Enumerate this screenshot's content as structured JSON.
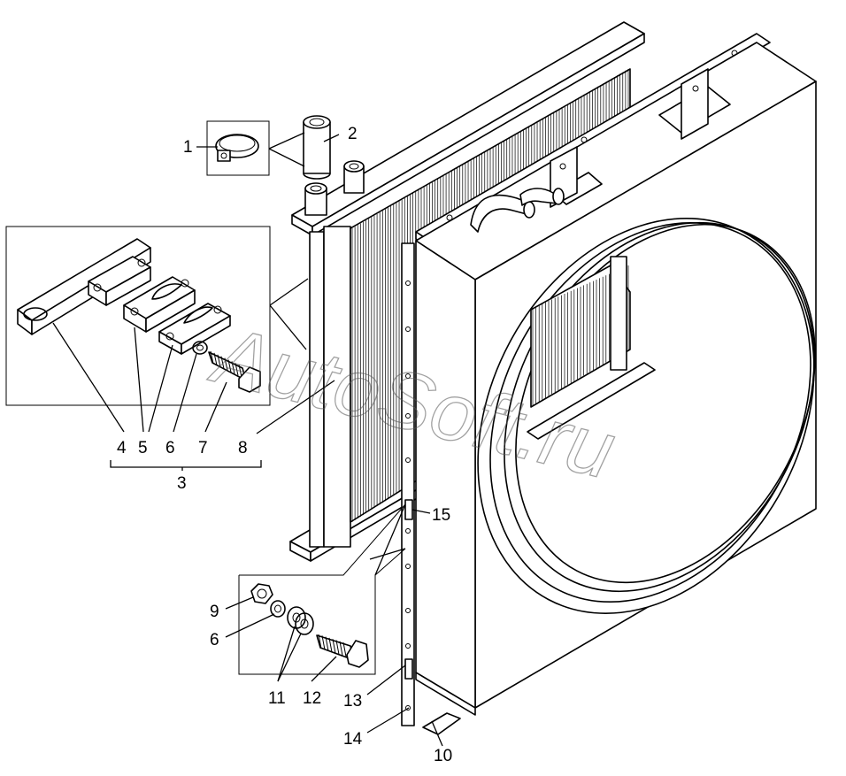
{
  "watermark": "AutoSoft.ru",
  "callouts": [
    {
      "id": "c1",
      "text": "1"
    },
    {
      "id": "c2",
      "text": "2"
    },
    {
      "id": "c3",
      "text": "3"
    },
    {
      "id": "c4",
      "text": "4"
    },
    {
      "id": "c5",
      "text": "5"
    },
    {
      "id": "c6a",
      "text": "6"
    },
    {
      "id": "c7",
      "text": "7"
    },
    {
      "id": "c8",
      "text": "8"
    },
    {
      "id": "c9",
      "text": "9"
    },
    {
      "id": "c6b",
      "text": "6"
    },
    {
      "id": "c10",
      "text": "10"
    },
    {
      "id": "c11",
      "text": "11"
    },
    {
      "id": "c12",
      "text": "12"
    },
    {
      "id": "c13",
      "text": "13"
    },
    {
      "id": "c14",
      "text": "14"
    },
    {
      "id": "c15",
      "text": "15"
    }
  ]
}
